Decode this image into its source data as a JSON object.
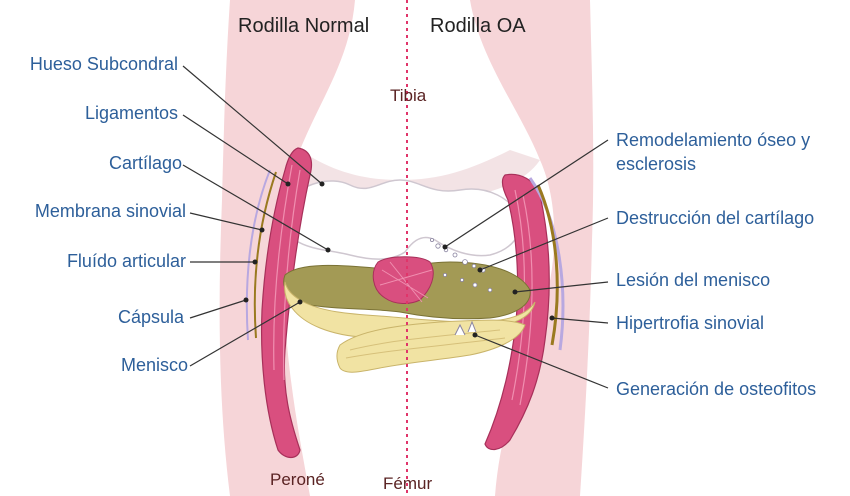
{
  "headings": {
    "normal": "Rodilla Normal",
    "oa": "Rodilla OA"
  },
  "bones": {
    "tibia": "Tibia",
    "perone": "Peroné",
    "femur": "Fémur"
  },
  "left_labels": [
    "Hueso Subcondral",
    "Ligamentos",
    "Cartílago",
    "Membrana sinovial",
    "Fluído articular",
    "Cápsula",
    "Menisco"
  ],
  "right_labels": [
    "Remodelamiento óseo y",
    "esclerosis",
    "Destrucción del cartílago",
    "Lesión del menisco",
    "Hipertrofia sinovial",
    "Generación de osteofitos"
  ],
  "colors": {
    "label_text": "#2d5f9a",
    "soft_tissue": "#f6d5d8",
    "ligament": "#d94f7f",
    "meniscus": "#f1e3a3",
    "cartilage_olive": "#a39a55",
    "midline": "#e0356a"
  }
}
